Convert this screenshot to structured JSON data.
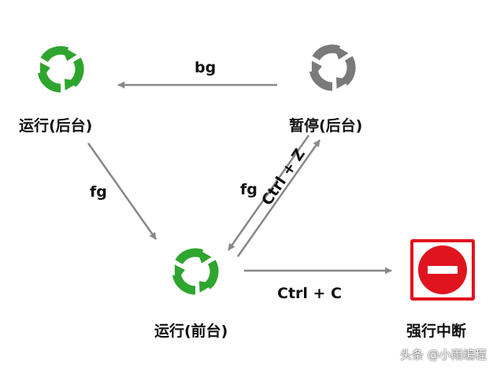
{
  "nodes": {
    "running_background": {
      "label": "运行(后台)",
      "icon": "cycle-arrows-icon",
      "color": "#2ea52e"
    },
    "stopped_background": {
      "label": "暂停(后台)",
      "icon": "cycle-arrows-icon",
      "color": "#7a7a7a"
    },
    "running_foreground": {
      "label": "运行(前台)",
      "icon": "cycle-arrows-icon",
      "color": "#2ea52e"
    },
    "terminated": {
      "label": "强行中断",
      "icon": "no-entry-icon",
      "color": "#e0141e"
    }
  },
  "edges": [
    {
      "id": "bg",
      "from": "stopped_background",
      "to": "running_background",
      "label": "bg"
    },
    {
      "id": "fg_left",
      "from": "running_background",
      "to": "running_foreground",
      "label": "fg"
    },
    {
      "id": "fg_right",
      "from": "stopped_background",
      "to": "running_foreground",
      "label": "fg"
    },
    {
      "id": "ctrl_z",
      "from": "running_foreground",
      "to": "stopped_background",
      "label": "Ctrl + Z"
    },
    {
      "id": "ctrl_c",
      "from": "running_foreground",
      "to": "terminated",
      "label": "Ctrl + C"
    }
  ],
  "arrow_color": "#888888",
  "watermark": "头条 @小雨编程"
}
